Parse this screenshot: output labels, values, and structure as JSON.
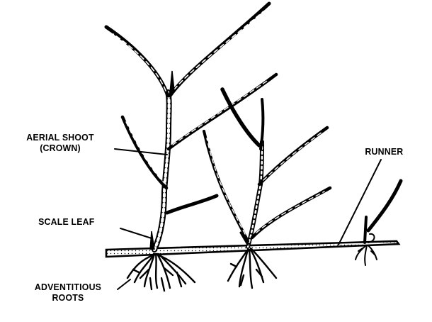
{
  "diagram": {
    "type": "botanical line drawing",
    "subject": "grass plant spreading by runners",
    "colors": {
      "ink": "#000000",
      "background": "#ffffff"
    },
    "labels": {
      "aerial_shoot": {
        "line1": "AERIAL SHOOT",
        "line2": "(CROWN)"
      },
      "scale_leaf": "SCALE LEAF",
      "adventitious_roots": {
        "line1": "ADVENTITIOUS",
        "line2": "ROOTS"
      },
      "runner": "RUNNER"
    },
    "parts": [
      "aerial-shoot",
      "scale-leaf",
      "adventitious-roots",
      "runner",
      "daughter-plant",
      "young-plantlet"
    ]
  }
}
